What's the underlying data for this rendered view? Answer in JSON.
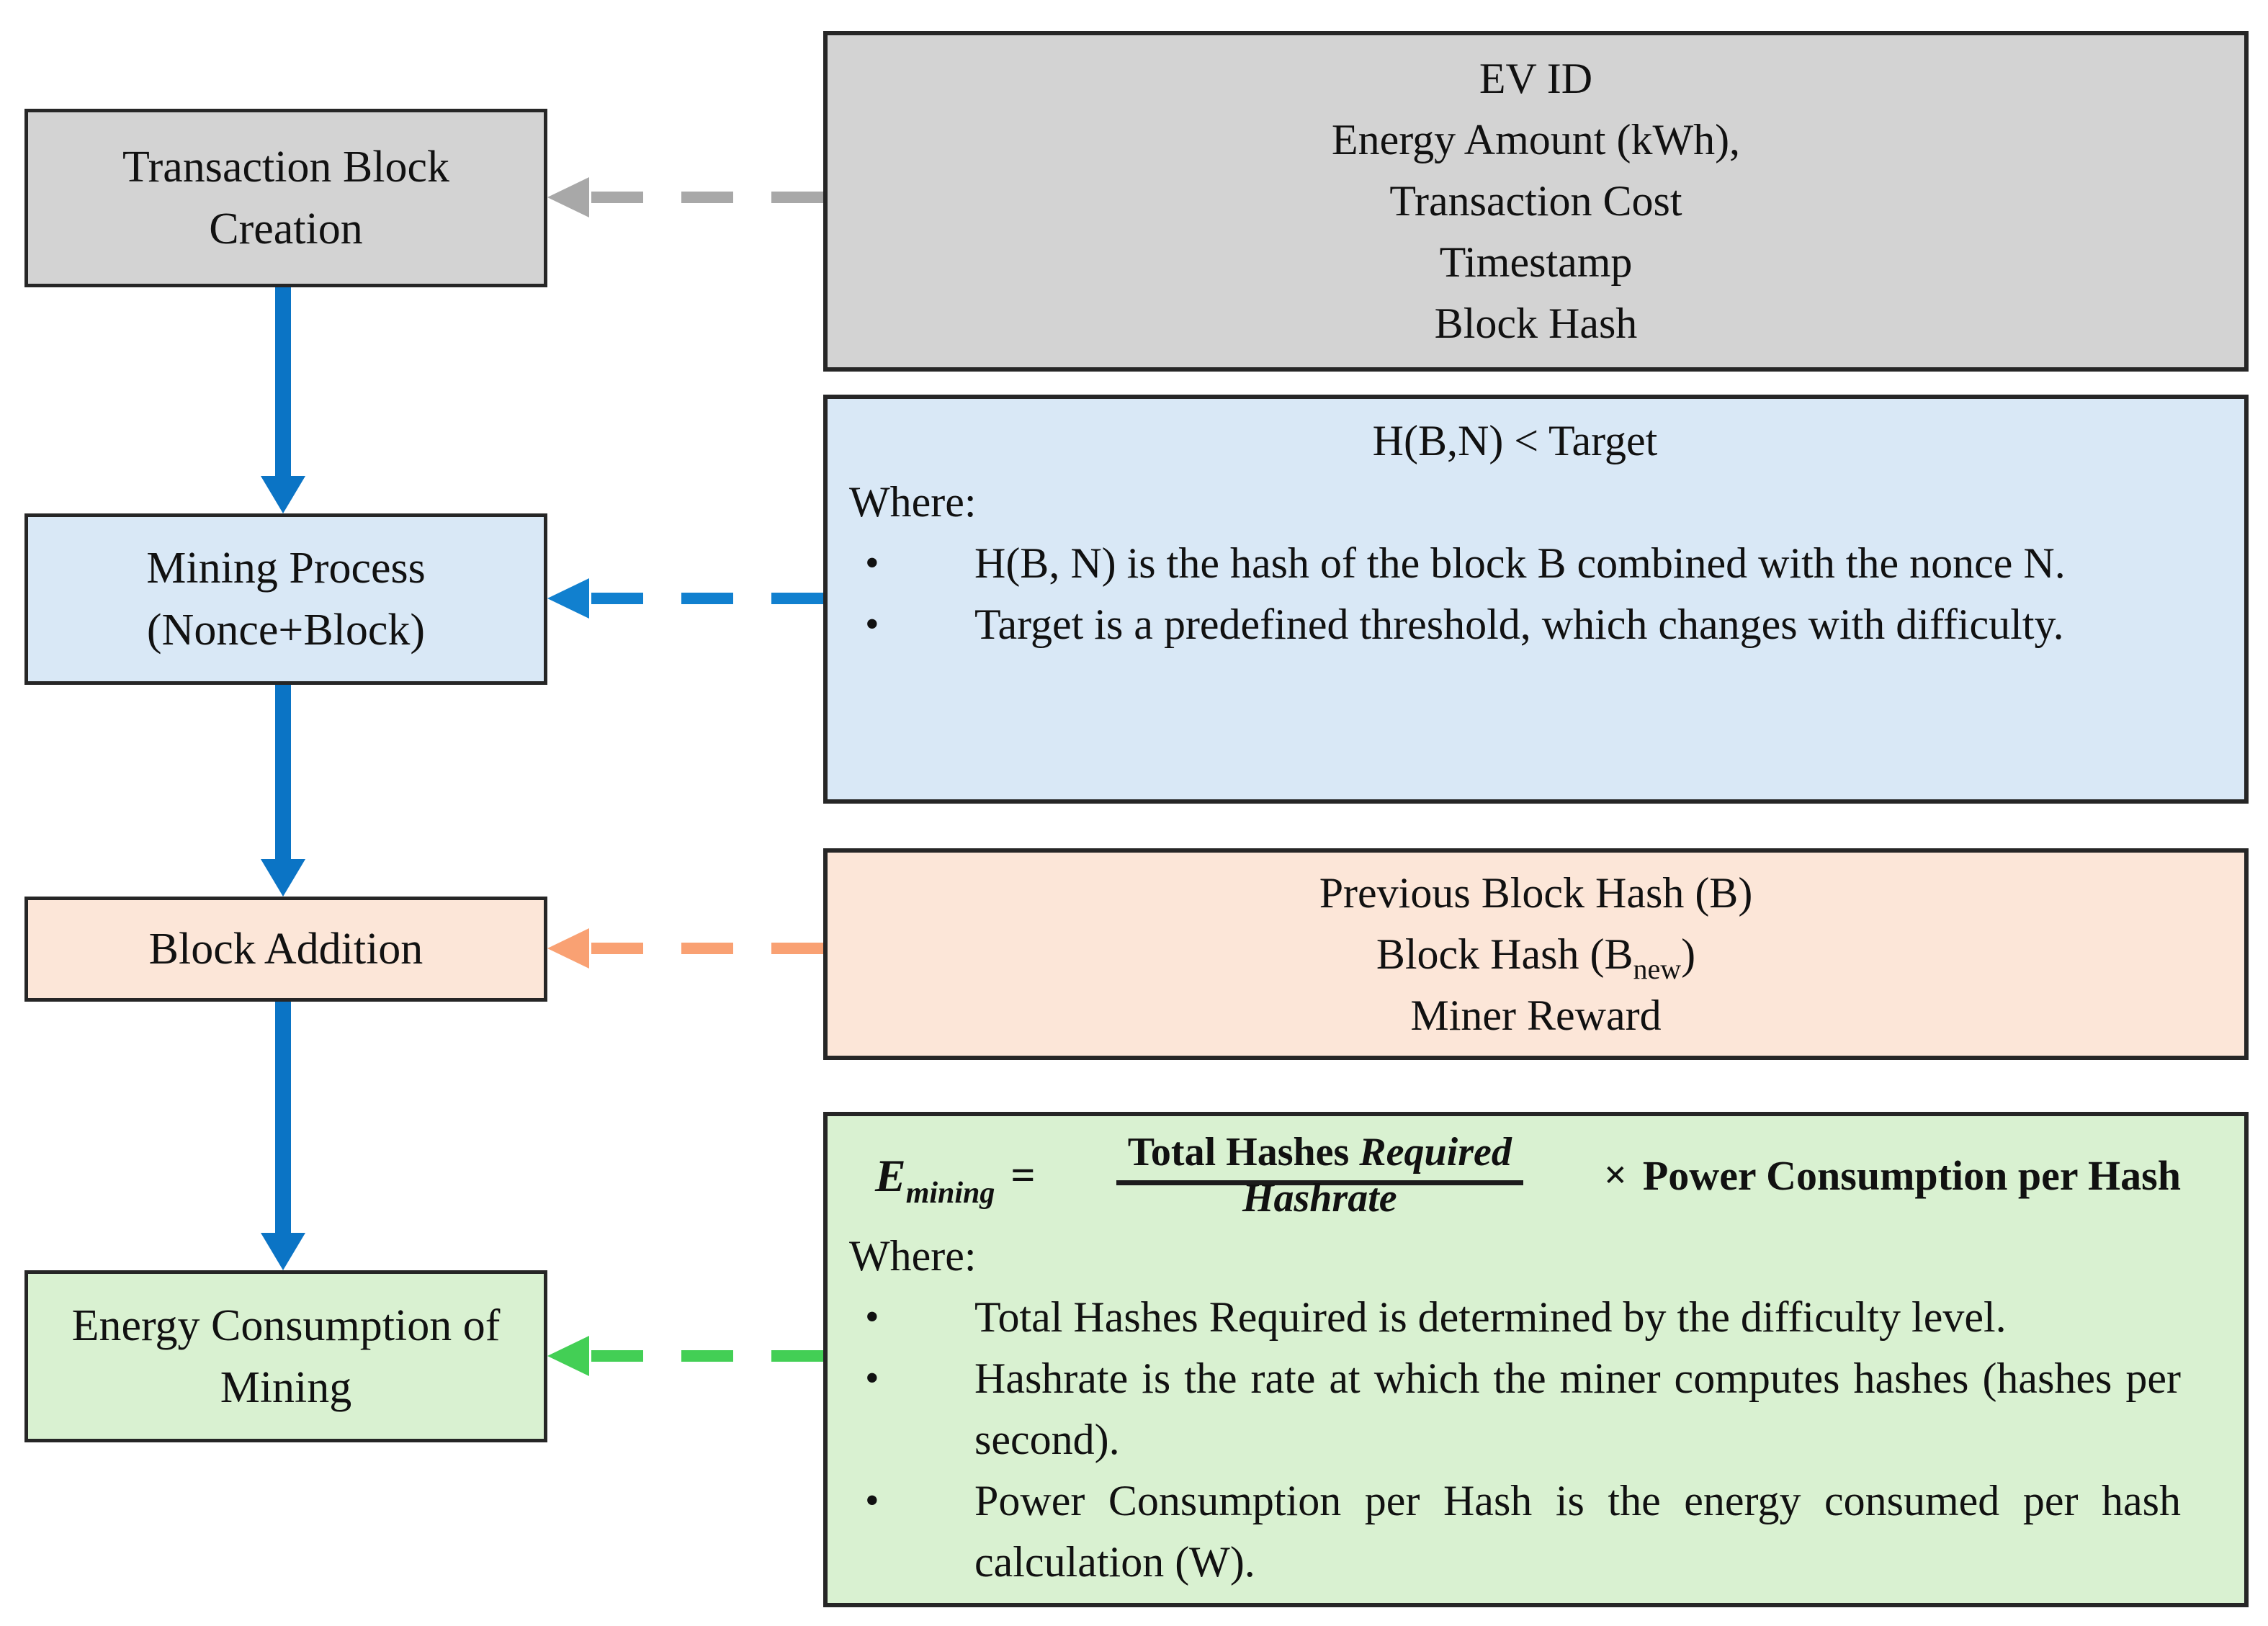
{
  "colors": {
    "box_border": "#262626",
    "gray_fill": "#d3d3d3",
    "blue_fill": "#d9e8f6",
    "peach_fill": "#fce6d8",
    "green_fill": "#d9f1d1",
    "solid_arrow_blue": "#0b74c5",
    "dashed_gray": "#a8a8a8",
    "dashed_blue": "#1180cf",
    "dashed_peach": "#f9a173",
    "dashed_green": "#43cf55"
  },
  "flow": {
    "steps": [
      {
        "label": "Transaction Block Creation"
      },
      {
        "label": "Mining Process (Nonce+Block)"
      },
      {
        "label": "Block Addition"
      },
      {
        "label": "Energy Consumption of Mining"
      }
    ]
  },
  "details": {
    "transaction": {
      "lines": [
        "EV ID",
        "Energy Amount (kWh),",
        "Transaction Cost",
        "Timestamp",
        "Block Hash"
      ]
    },
    "mining": {
      "title": "H(B,N) < Target",
      "where_label": "Where:",
      "bullet_char": "•",
      "bullets": [
        "H(B, N) is the hash of the block B combined with the nonce N.",
        "Target is a predefined threshold, which changes with difficulty."
      ]
    },
    "block_addition": {
      "line1": "Previous Block Hash (B)",
      "line2_pre": "Block Hash (B",
      "line2_sub": "new",
      "line2_post": ")",
      "line3": "Miner Reward"
    },
    "energy": {
      "formula": {
        "lhs_base": "E",
        "lhs_sub": "mining",
        "equals": "=",
        "numerator_regular": "Total Hashes ",
        "numerator_italic": "Required",
        "denominator_italic": "Hashrate",
        "times": "×",
        "rhs": "Power Consumption per Hash"
      },
      "where_label": "Where:",
      "bullet_char": "•",
      "bullets": [
        "Total Hashes Required is determined by the difficulty level.",
        "Hashrate is the rate at which the miner computes hashes (hashes per second).",
        "Power Consumption per Hash is the energy consumed per hash calculation (W)."
      ]
    }
  }
}
